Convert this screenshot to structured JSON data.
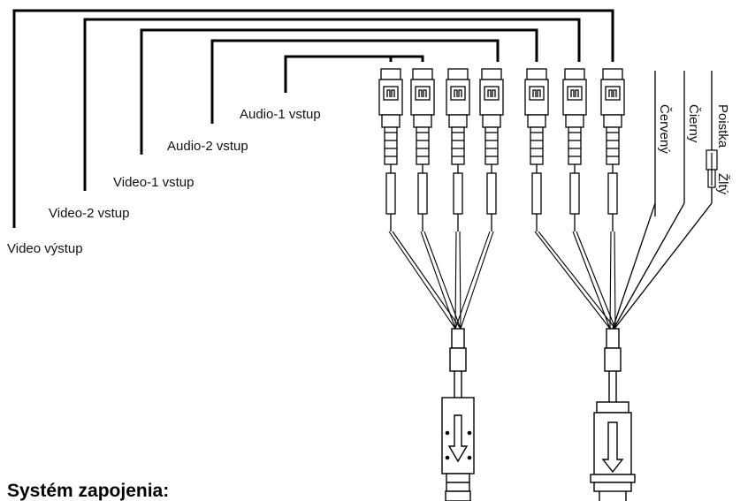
{
  "labels": {
    "video_out": "Video výstup",
    "video2_in": "Video-2 vstup",
    "video1_in": "Video-1 vstup",
    "audio2_in": "Audio-2 vstup",
    "audio1_in": "Audio-1 vstup",
    "red": "Červený",
    "black": "Čierny",
    "fuse": "Poistka",
    "yellow": "Žltý"
  },
  "section_title": "Systém zapojenia:",
  "colors": {
    "line": "#000000",
    "background": "#ffffff"
  }
}
